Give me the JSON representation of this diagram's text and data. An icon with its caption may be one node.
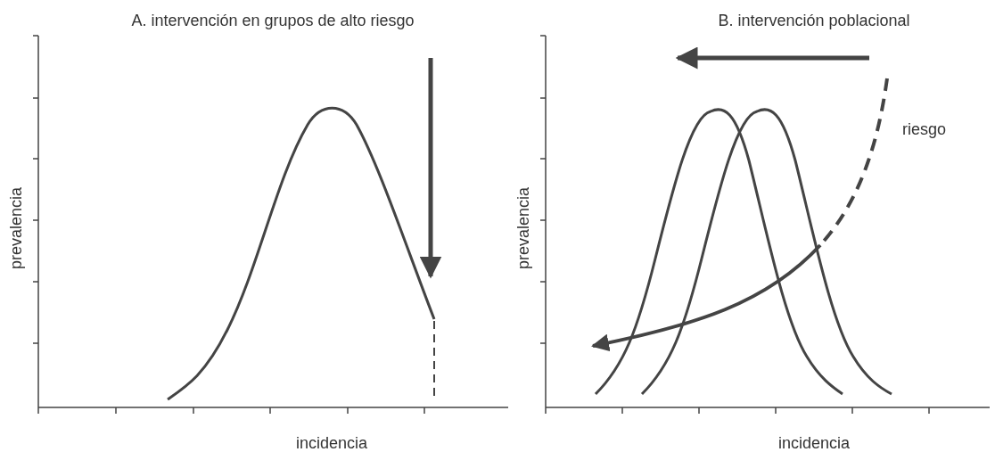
{
  "diagram": {
    "labels": [
      "A. intervención en grupos de alto riesgo",
      "B. intervención poblacional",
      "riesgo",
      "prevalencia",
      "incidencia",
      "prevalencia",
      "incidencia"
    ]
  }
}
